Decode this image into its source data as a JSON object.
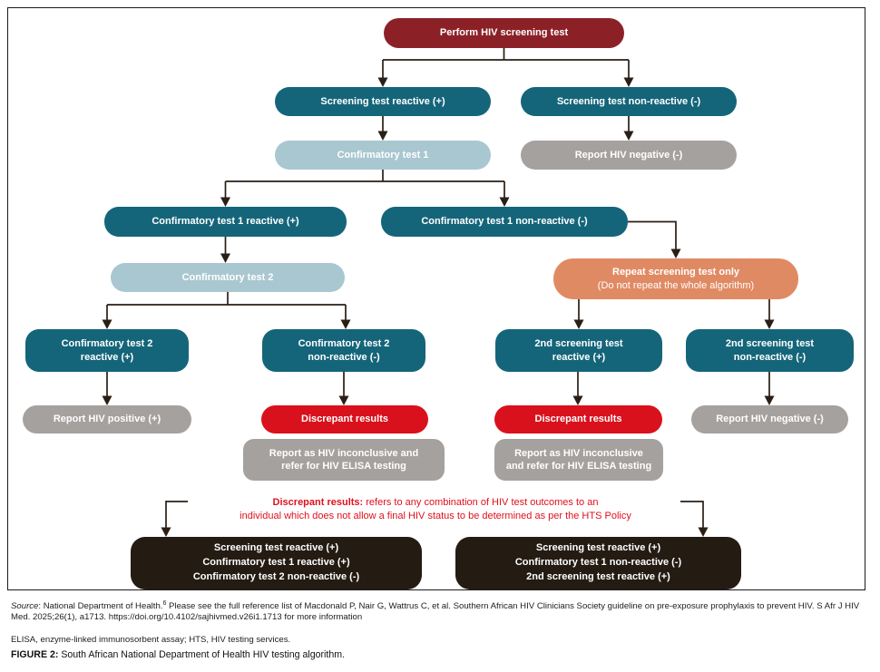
{
  "figure": {
    "nodes": {
      "perform": {
        "label": "Perform HIV screening test"
      },
      "screening_reactive": {
        "label": "Screening test reactive (+)"
      },
      "screening_nonreactive": {
        "label": "Screening test non-reactive (-)"
      },
      "confirmatory1": {
        "label": "Confirmatory test 1"
      },
      "report_negative_1": {
        "label": "Report HIV negative (-)"
      },
      "conf1_reactive": {
        "label": "Confirmatory test 1 reactive (+)"
      },
      "conf1_nonreactive": {
        "label": "Confirmatory test 1 non-reactive (-)"
      },
      "confirmatory2": {
        "label": "Confirmatory test 2"
      },
      "repeat_screening": {
        "line1": "Repeat screening test only",
        "line2": "(Do not repeat the whole algorithm)"
      },
      "conf2_reactive": {
        "line1": "Confirmatory test 2",
        "line2": "reactive (+)"
      },
      "conf2_nonreactive": {
        "line1": "Confirmatory test 2",
        "line2": "non-reactive (-)"
      },
      "second_reactive": {
        "line1": "2nd screening test",
        "line2": "reactive (+)"
      },
      "second_nonreactive": {
        "line1": "2nd screening test",
        "line2": "non-reactive (-)"
      },
      "report_positive": {
        "label": "Report HIV positive (+)"
      },
      "discrepant_left": {
        "label": "Discrepant results"
      },
      "discrepant_right": {
        "label": "Discrepant results"
      },
      "inconclusive_left": {
        "line1": "Report as HIV inconclusive and",
        "line2": "refer for HIV ELISA testing"
      },
      "inconclusive_right": {
        "line1": "Report as HIV inconclusive",
        "line2": "and refer for HIV ELISA testing"
      },
      "report_negative_2": {
        "label": "Report HIV negative (-)"
      },
      "outcome_left": {
        "line1": "Screening test reactive (+)",
        "line2": "Confirmatory test 1 reactive (+)",
        "line3": "Confirmatory test 2 non-reactive (-)"
      },
      "outcome_right": {
        "line1": "Screening test reactive (+)",
        "line2": "Confirmatory test 1 non-reactive (-)",
        "line3": "2nd screening test reactive (+)"
      }
    },
    "note": {
      "lead": "Discrepant results:",
      "line1_rest": " refers to any combination of HIV test outcomes to an",
      "line2": "individual which does not allow a final HIV status to be determined as per the HTS Policy"
    },
    "colors": {
      "maroon": "#8B2127",
      "teal": "#15657A",
      "light_blue": "#A9C7D0",
      "gray": "#A5A19F",
      "red": "#D9111C",
      "orange": "#E08A64",
      "dark": "#241B13",
      "connector": "#2A1E15",
      "note_red": "#E0101E"
    }
  },
  "footer": {
    "source_label": "Source",
    "source_text": ": National Department of Health.",
    "source_ref_sup": "6",
    "source_rest": " Please see the full reference list of Macdonald P, Nair G, Wattrus C, et al. Southern African HIV Clinicians Society guideline on pre-exposure prophylaxis to prevent HIV. S Afr J HIV Med. 2025;26(1), a1713. https://doi.org/10.4102/sajhivmed.v26i1.1713 for more information",
    "abbreviations": "ELISA, enzyme-linked immunosorbent assay; HTS, HIV testing services.",
    "caption_label": "FIGURE 2:",
    "caption_text": " South African National Department of Health HIV testing algorithm."
  }
}
